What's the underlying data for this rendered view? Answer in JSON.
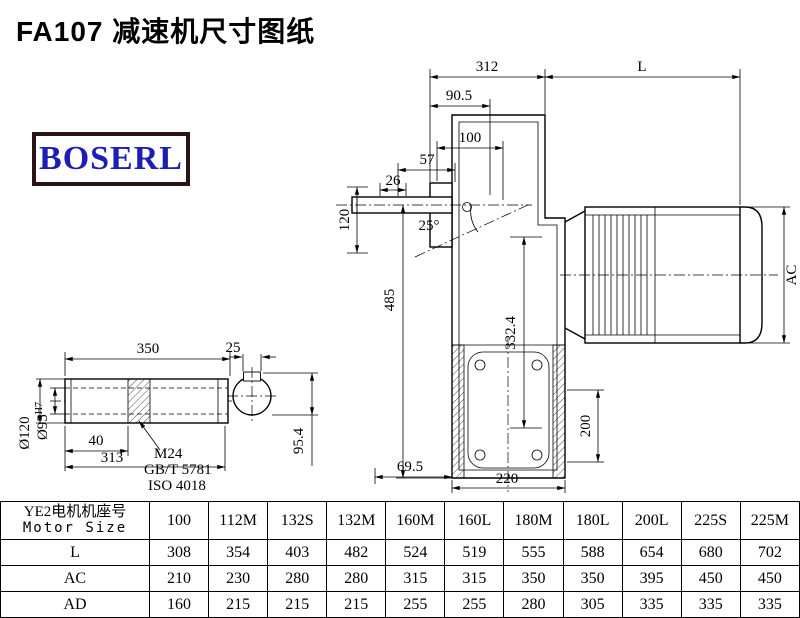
{
  "page": {
    "title": "FA107 减速机尺寸图纸"
  },
  "logo": {
    "text": "BOSERL"
  },
  "drawing": {
    "dims": {
      "d312": "312",
      "dL": "L",
      "d90_5": "90.5",
      "d100": "100",
      "d57": "57",
      "d26": "26",
      "d120": "120",
      "d25deg": "25°",
      "d485": "485",
      "d332_4": "332.4",
      "dAC": "AC",
      "d200": "200",
      "d69_5": "69.5",
      "d220": "220",
      "d95_4": "95.4",
      "d350": "350",
      "d25": "25",
      "d40": "40",
      "d313": "313",
      "dO120": "Ø120",
      "o95_base": "Ø95",
      "o95_sup": "H7"
    },
    "notes": {
      "thread": "M24",
      "standard1": "GB/T 5781",
      "standard2": "ISO 4018"
    }
  },
  "table": {
    "header_cn": "YE2电机机座号",
    "header_en": "Motor Size",
    "sizes": [
      "100",
      "112M",
      "132S",
      "132M",
      "160M",
      "160L",
      "180M",
      "180L",
      "200L",
      "225S",
      "225M"
    ],
    "rows": [
      {
        "label": "L",
        "values": [
          "308",
          "354",
          "403",
          "482",
          "524",
          "519",
          "555",
          "588",
          "654",
          "680",
          "702"
        ]
      },
      {
        "label": "AC",
        "values": [
          "210",
          "230",
          "280",
          "280",
          "315",
          "315",
          "350",
          "350",
          "395",
          "450",
          "450"
        ]
      },
      {
        "label": "AD",
        "values": [
          "160",
          "215",
          "215",
          "215",
          "255",
          "255",
          "280",
          "305",
          "335",
          "335",
          "335"
        ]
      }
    ]
  }
}
